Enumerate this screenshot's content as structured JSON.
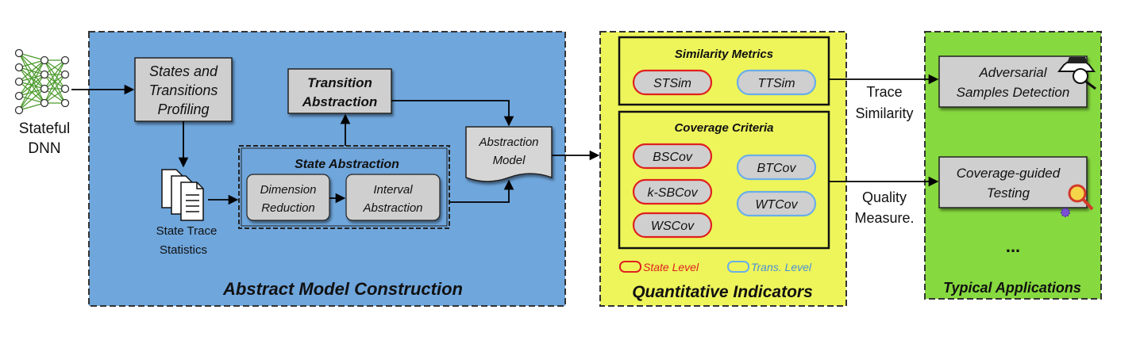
{
  "input": {
    "label_line1": "Stateful",
    "label_line2": "DNN"
  },
  "construction": {
    "title": "Abstract Model Construction",
    "profiling": {
      "line1": "States and",
      "line2": "Transitions",
      "line3": "Profiling"
    },
    "transition_abstraction": {
      "line1": "Transition",
      "line2": "Abstraction"
    },
    "state_abstraction": {
      "title": "State Abstraction",
      "dimension_reduction": {
        "line1": "Dimension",
        "line2": "Reduction"
      },
      "interval_abstraction": {
        "line1": "Interval",
        "line2": "Abstraction"
      }
    },
    "trace_stats": {
      "line1": "State Trace",
      "line2": "Statistics"
    },
    "abstraction_model": {
      "line1": "Abstraction",
      "line2": "Model"
    }
  },
  "indicators": {
    "title": "Quantitative Indicators",
    "similarity": {
      "title": "Similarity Metrics",
      "items": [
        "STSim",
        "TTSim"
      ]
    },
    "coverage": {
      "title": "Coverage Criteria",
      "state_items": [
        "BSCov",
        "k-SBCov",
        "WSCov"
      ],
      "trans_items": [
        "BTCov",
        "WTCov"
      ]
    },
    "legend": {
      "state": "State Level",
      "trans": "Trans. Level"
    }
  },
  "edges": {
    "trace_similarity": {
      "line1": "Trace",
      "line2": "Similarity"
    },
    "quality_measure": {
      "line1": "Quality",
      "line2": "Measure."
    }
  },
  "applications": {
    "title": "Typical Applications",
    "adversarial": {
      "line1": "Adversarial",
      "line2": "Samples Detection"
    },
    "coverage_testing": {
      "line1": "Coverage-guided",
      "line2": "Testing"
    },
    "more": "..."
  },
  "colors": {
    "construction_bg": "#6fa6dc",
    "indicators_bg": "#eef55a",
    "applications_bg": "#86d93f",
    "state_level": "#e02020",
    "trans_level": "#6aaee8",
    "box_gray": "#cfcfcf"
  }
}
